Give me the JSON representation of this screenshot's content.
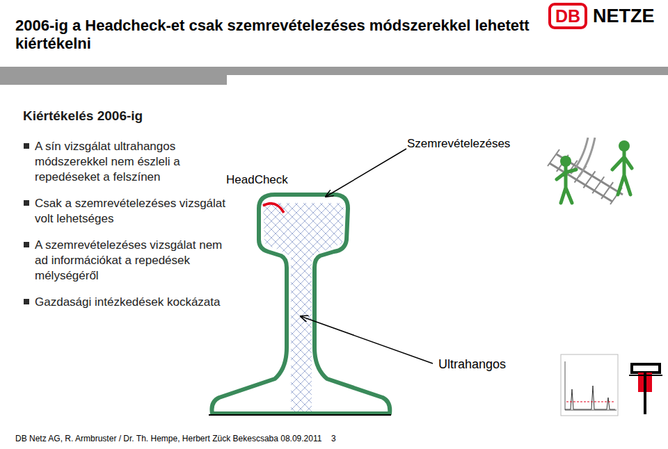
{
  "diagram": {
    "title": "2006-ig a Headcheck-et csak szemrevételezéses módszerekkel lehetett kiértékelni",
    "labels": [
      "Kiértékelés 2006-ig",
      "A sín vizsgálat ultrahangos módszerekkel nem észleli a repedéseket a felszínen",
      "Csak a szemrevételezéses vizsgálat volt lehetséges",
      "A szemrevételezéses vizsgálat nem ad információkat a repedések mélységéről",
      "Gazdasági intézkedések kockázata",
      "HeadCheck",
      "Szemrevételezéses",
      "Ultrahangos",
      "DB",
      "NETZE",
      "DB Netz AG, R. Armbruster / Dr. Th. Hempe, Herbert Zück Bekescsaba 08.09.2011",
      "3"
    ]
  }
}
